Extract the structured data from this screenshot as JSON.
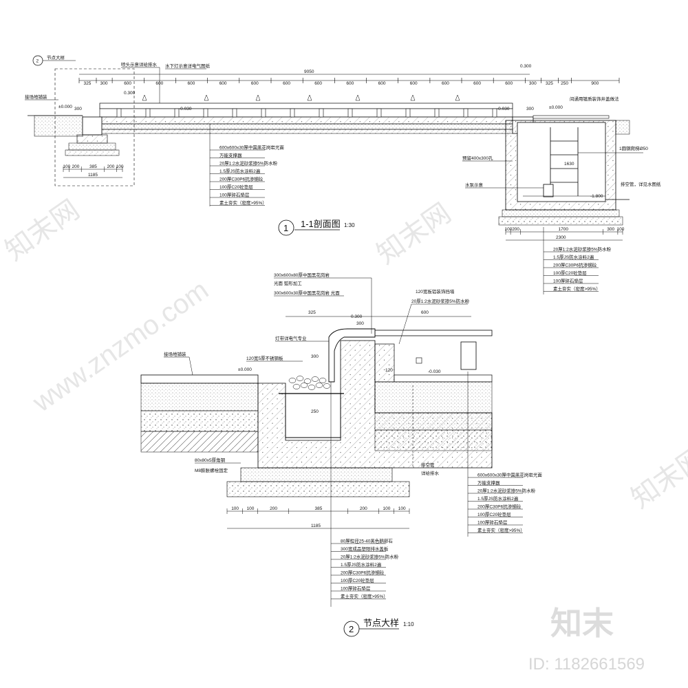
{
  "section1": {
    "number": "1",
    "title": "1-1剖面图",
    "scale": "1:30",
    "callouts": {
      "node_ref": "节点大样",
      "node_ref_num": "2",
      "spray": "喷头示意详给排水",
      "light": "水下灯示意详电气图纸",
      "paving_left": "接场地铺装",
      "grate_right": "间通用镀质装饰井盖做法",
      "pipe": "1圆钢爬梯Ø50",
      "reserve": "预留400x300孔",
      "pump": "水泵示意",
      "drain": "排空管，详见水图纸"
    },
    "levels": {
      "pm0": "±0.000",
      "m030": "-0.030",
      "m030b": "-0.030",
      "m180": "-1.800",
      "r300": "0.300",
      "l300": "0.300"
    },
    "dims_top": [
      "325",
      "300",
      "600",
      "600",
      "600",
      "600",
      "600",
      "600",
      "600",
      "600",
      "600",
      "600",
      "600",
      "600",
      "600",
      "300",
      "325",
      "250",
      "900"
    ],
    "total_length": "9050",
    "vert_dims": {
      "left": "300",
      "right": "300",
      "pit": "1630"
    },
    "left_base_dims": [
      "100",
      "200",
      "385",
      "200",
      "100"
    ],
    "left_base_total": "1185",
    "right_base_dims": [
      "100",
      "200",
      "1700",
      "300",
      "100"
    ],
    "right_base_total": "2300",
    "layers_left": [
      "600x600x30厚中国黑花岗岩光面",
      "万能支撑器",
      "20厚1:2水泥砂浆掺5%防水粉",
      "1.5厚JS防水涂料2遍",
      "200厚C30P6抗渗钢砼",
      "100厚C20砼垫层",
      "100厚碎石垫层",
      "素土夯实（密度>95%）"
    ],
    "layers_right": [
      "20厚1:2水泥砂浆掺5%防水粉",
      "1.5厚JS防水涂料2遍",
      "200厚C30P6抗渗钢砼",
      "100厚C20砼垫层",
      "100厚碎石垫层",
      "素土夯实（密度>95%）"
    ]
  },
  "section2": {
    "number": "2",
    "title": "节点大样",
    "scale": "1:10",
    "callouts_top": [
      "300x600x80厚中国黑花岗岩",
      "光面  弧形加工",
      "300x600x30厚中国黑花岗岩  光面"
    ],
    "led": "灯带详电气专业",
    "paving": "接场地铺装",
    "steel_plate": "120宽5厚不锈钢板",
    "stone_board": "120宽板铝装饰挡墙",
    "mortar": "20厚1:2水泥砂浆掺5%防水粉",
    "angle_steel": "80x80x5厚角钢",
    "bolt": "M8膨胀螺栓固定",
    "drain_pipe": "排空管",
    "drain_pipe2": "详给排水",
    "levels": {
      "pm0": "±0.000",
      "m030": "-0.030",
      "r300": "0.300"
    },
    "dims": {
      "d325": "325",
      "d300": "300",
      "d600": "600",
      "v300": "300",
      "v250": "250",
      "v120": "120"
    },
    "base_dims": [
      "100",
      "100",
      "200",
      "385",
      "200",
      "100",
      "100"
    ],
    "base_total": "1185",
    "layers_right": [
      "600x600x30厚中国黑花岗岩光面",
      "万能支撑器",
      "20厚1:2水泥砂浆掺5%防水粉",
      "1.5厚JS防水涂料2遍",
      "200厚C30P6抗渗钢砼",
      "100厚C20砼垫层",
      "100厚碎石垫层",
      "素土夯实（密度>95%）"
    ],
    "layers_bottom": [
      "80厚粒径25-40黑色鹅卵石",
      "300宽成品塑限排水盖板",
      "20厚1:2水泥砂浆掺5%防水粉",
      "1.5厚JS防水涂料2遍",
      "200厚C30P6抗渗钢砼",
      "100厚C20砼垫层",
      "100厚碎石垫层",
      "素土夯实（密度>95%）"
    ]
  },
  "watermark": {
    "logo": "知末",
    "id": "ID: 1182661569",
    "site": "www.znzmo.com",
    "brand": "知末网"
  }
}
